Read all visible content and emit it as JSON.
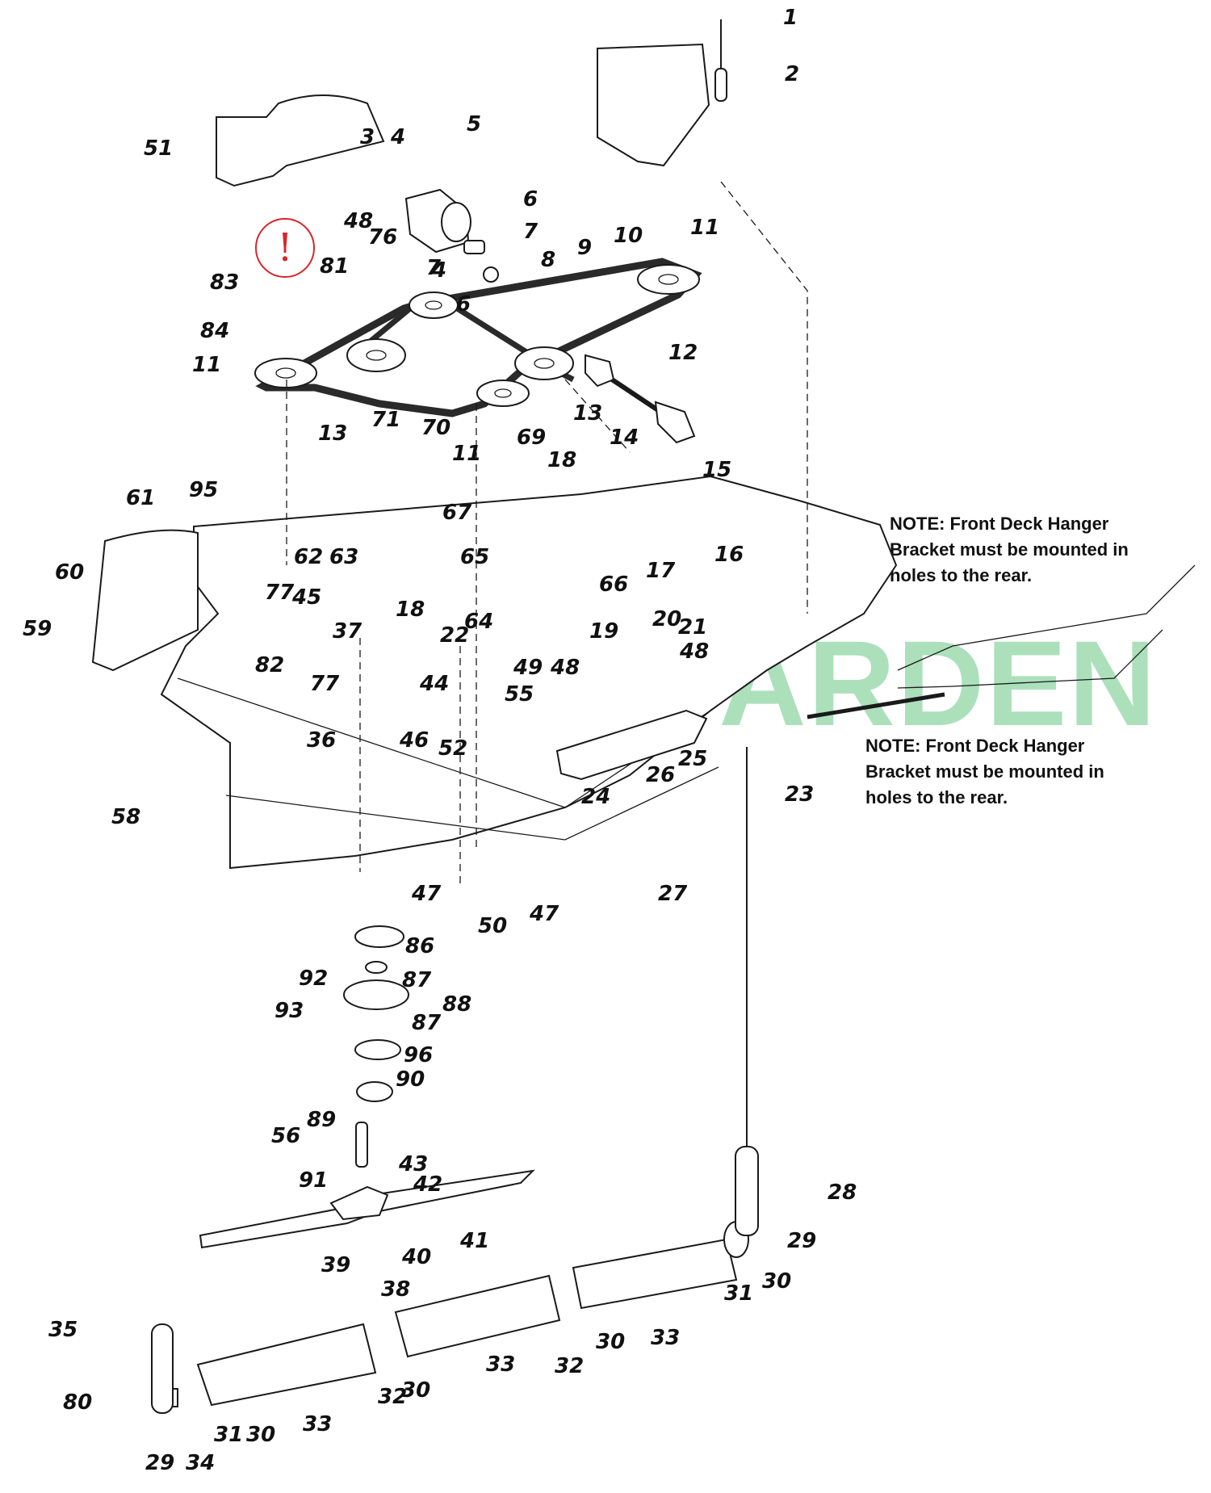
{
  "notes": {
    "upper": "NOTE: Front Deck Hanger\nBracket must be mounted in\nholes to the rear.",
    "lower": "NOTE: Front Deck Hanger\nBracket must be mounted in\nholes to the rear."
  },
  "watermark": {
    "text": "HOME GARDEN",
    "color": "#59c27a"
  },
  "warning": {
    "symbol": "!",
    "color": "#d9262b"
  },
  "callouts": {
    "n1": "1",
    "n2": "2",
    "n3": "3",
    "n4a": "4",
    "n4b": "4",
    "n5": "5",
    "n6a": "6",
    "n6b": "6",
    "n7a": "7",
    "n7b": "7",
    "n8": "8",
    "n9": "9",
    "n10": "10",
    "n11a": "11",
    "n11b": "11",
    "n11c": "11",
    "n12": "12",
    "n13a": "13",
    "n13b": "13",
    "n14": "14",
    "n15": "15",
    "n16": "16",
    "n17": "17",
    "n18a": "18",
    "n18b": "18",
    "n19": "19",
    "n20": "20",
    "n21": "21",
    "n22": "22",
    "n23": "23",
    "n24": "24",
    "n25": "25",
    "n26": "26",
    "n27": "27",
    "n28": "28",
    "n29a": "29",
    "n29b": "29",
    "n30a": "30",
    "n30b": "30",
    "n30c": "30",
    "n30d": "30",
    "n31a": "31",
    "n31b": "31",
    "n32a": "32",
    "n32b": "32",
    "n33a": "33",
    "n33b": "33",
    "n33c": "33",
    "n34": "34",
    "n35": "35",
    "n36": "36",
    "n37": "37",
    "n38": "38",
    "n39": "39",
    "n40": "40",
    "n41": "41",
    "n42": "42",
    "n43": "43",
    "n44": "44",
    "n45": "45",
    "n46": "46",
    "n47a": "47",
    "n47b": "47",
    "n48a": "48",
    "n48b": "48",
    "n48c": "48",
    "n49": "49",
    "n50": "50",
    "n51": "51",
    "n52": "52",
    "n55": "55",
    "n56": "56",
    "n58": "58",
    "n59": "59",
    "n60": "60",
    "n61": "61",
    "n62": "62",
    "n63": "63",
    "n64": "64",
    "n65": "65",
    "n66": "66",
    "n67": "67",
    "n69": "69",
    "n70": "70",
    "n71": "71",
    "n76": "76",
    "n77a": "77",
    "n77b": "77",
    "n80": "80",
    "n81": "81",
    "n82": "82",
    "n83": "83",
    "n84": "84",
    "n86": "86",
    "n87a": "87",
    "n87b": "87",
    "n88": "88",
    "n89": "89",
    "n90": "90",
    "n91": "91",
    "n92": "92",
    "n93": "93",
    "n95": "95",
    "n96": "96"
  }
}
